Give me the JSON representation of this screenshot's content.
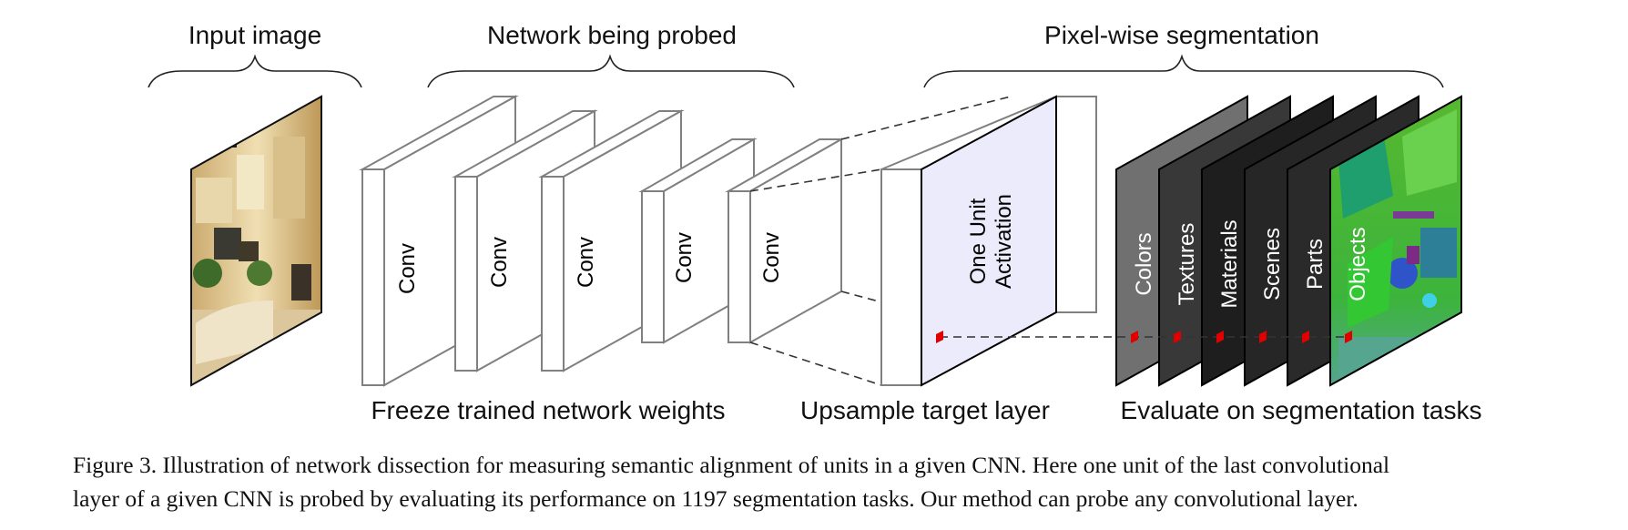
{
  "headers": {
    "input": "Input image",
    "network": "Network being probed",
    "segmentation": "Pixel-wise segmentation"
  },
  "footers": {
    "freeze": "Freeze trained network weights",
    "upsample": "Upsample target layer",
    "evaluate": "Evaluate on segmentation tasks"
  },
  "conv_layers": [
    "Conv",
    "Conv",
    "Conv",
    "Conv",
    "Conv"
  ],
  "activation": {
    "line1": "One Unit",
    "line2": "Activation"
  },
  "seg_tasks": [
    "Colors",
    "Textures",
    "Materials",
    "Scenes",
    "Parts",
    "Objects"
  ],
  "caption": {
    "line1": "Figure 3. Illustration of network dissection for measuring semantic alignment of units in a given CNN. Here one unit of the last convolutional",
    "line2": "layer of a given CNN is probed by evaluating its performance on 1197 segmentation tasks. Our method can probe any convolutional layer."
  },
  "colors": {
    "box_stroke": "#808080",
    "activation_fill": "#ebebfb",
    "probe_marker": "#e00000",
    "seg_colors": "#707070",
    "seg_textures": "#383838",
    "seg_materials": "#1e1e1e",
    "seg_scenes": "#262626",
    "seg_parts": "#2a2a2a",
    "seg_objects": "#2fb12f"
  }
}
